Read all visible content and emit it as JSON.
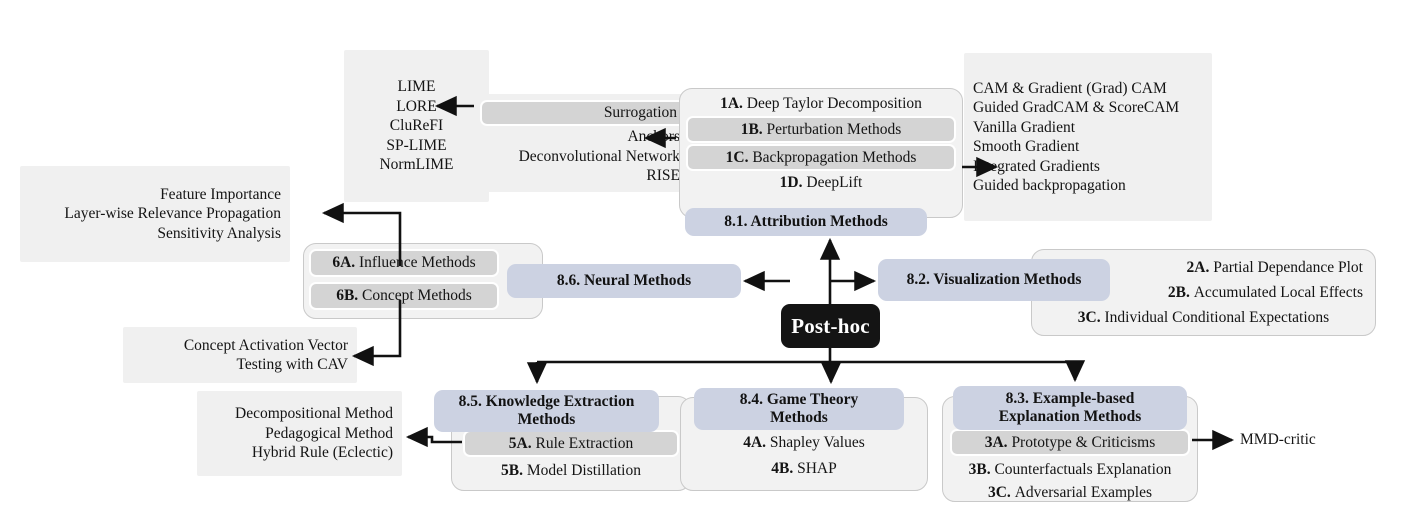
{
  "root": {
    "label": "Post-hoc"
  },
  "branches": {
    "attribution": {
      "header": "8.1. Attribution Methods",
      "items": [
        {
          "num": "1A.",
          "text": "Deep Taylor Decomposition",
          "highlight": false
        },
        {
          "num": "1B.",
          "text": "Perturbation Methods",
          "highlight": true
        },
        {
          "num": "1C.",
          "text": "Backpropagation Methods",
          "highlight": true
        },
        {
          "num": "1D.",
          "text": "DeepLift",
          "highlight": false
        }
      ],
      "left_leaves": {
        "title": "surrogation-group",
        "items": [
          {
            "text": "Surrogation",
            "highlight": true
          },
          {
            "text": "Anchors",
            "highlight": false
          },
          {
            "text": "Deconvolutional Network",
            "highlight": false
          },
          {
            "text": "RISE",
            "highlight": false
          }
        ]
      },
      "far_left_leaves": [
        "LIME",
        "LORE",
        "CluReFI",
        "SP-LIME",
        "NormLIME"
      ],
      "right_leaves": [
        "CAM & Gradient (Grad) CAM",
        "Guided GradCAM & ScoreCAM",
        "Vanilla Gradient",
        "Smooth Gradient",
        "Integrated Gradients",
        "Guided backpropagation"
      ]
    },
    "visualization": {
      "header": "8.2. Visualization Methods",
      "items": [
        {
          "num": "2A.",
          "text": "Partial Dependance Plot"
        },
        {
          "num": "2B.",
          "text": "Accumulated Local Effects"
        },
        {
          "num": "3C.",
          "text": "Individual Conditional Expectations"
        }
      ]
    },
    "example_based": {
      "header": "8.3. Example-based Explanation Methods",
      "items": [
        {
          "num": "3A.",
          "text": "Prototype & Criticisms",
          "highlight": true
        },
        {
          "num": "3B.",
          "text": "Counterfactuals Explanation",
          "highlight": false
        },
        {
          "num": "3C.",
          "text": "Adversarial Examples",
          "highlight": false
        }
      ],
      "right_leaf": "MMD-critic"
    },
    "game_theory": {
      "header": "8.4. Game Theory Methods",
      "items": [
        {
          "num": "4A.",
          "text": "Shapley Values"
        },
        {
          "num": "4B.",
          "text": "SHAP"
        }
      ]
    },
    "knowledge_extraction": {
      "header": "8.5. Knowledge Extraction Methods",
      "items": [
        {
          "num": "5A.",
          "text": "Rule Extraction",
          "highlight": true
        },
        {
          "num": "5B.",
          "text": "Model Distillation",
          "highlight": false
        }
      ],
      "left_leaves": [
        "Decompositional Method",
        "Pedagogical Method",
        "Hybrid Rule (Eclectic)"
      ]
    },
    "neural": {
      "header": "8.6. Neural Methods",
      "items": [
        {
          "num": "6A.",
          "text": "Influence Methods",
          "highlight": true
        },
        {
          "num": "6B.",
          "text": "Concept Methods",
          "highlight": true
        }
      ],
      "influence_leaves": [
        "Feature Importance",
        "Layer-wise Relevance Propagation",
        "Sensitivity Analysis"
      ],
      "concept_leaves": [
        "Concept Activation Vector",
        "Testing with CAV"
      ]
    }
  },
  "colors": {
    "root_bg": "#141414",
    "header_pill": "#ccd2e2",
    "inner_pill": "#d4d4d4",
    "leaf_box": "#f0f0f0",
    "group_bg": "#f2f2f2",
    "arrow": "#111111"
  }
}
